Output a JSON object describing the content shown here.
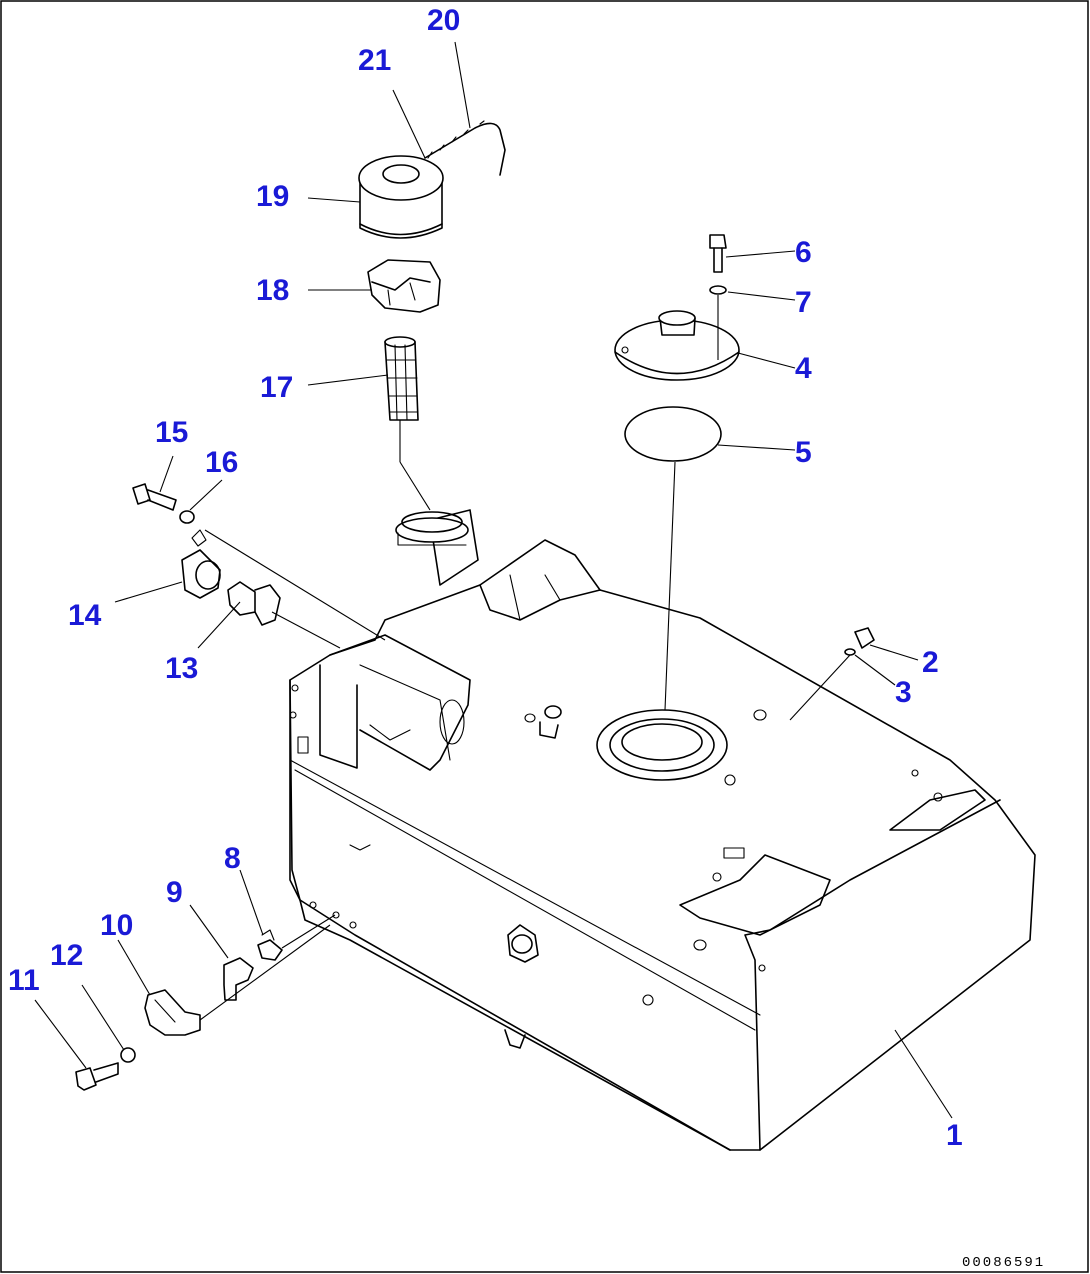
{
  "diagram": {
    "document_number": "00086591",
    "callouts": [
      {
        "id": "c1",
        "label": "1"
      },
      {
        "id": "c2",
        "label": "2"
      },
      {
        "id": "c3",
        "label": "3"
      },
      {
        "id": "c4",
        "label": "4"
      },
      {
        "id": "c5",
        "label": "5"
      },
      {
        "id": "c6",
        "label": "6"
      },
      {
        "id": "c7",
        "label": "7"
      },
      {
        "id": "c8",
        "label": "8"
      },
      {
        "id": "c9",
        "label": "9"
      },
      {
        "id": "c10",
        "label": "10"
      },
      {
        "id": "c11",
        "label": "11"
      },
      {
        "id": "c12",
        "label": "12"
      },
      {
        "id": "c13",
        "label": "13"
      },
      {
        "id": "c14",
        "label": "14"
      },
      {
        "id": "c15",
        "label": "15"
      },
      {
        "id": "c16",
        "label": "16"
      },
      {
        "id": "c17",
        "label": "17"
      },
      {
        "id": "c18",
        "label": "18"
      },
      {
        "id": "c19",
        "label": "19"
      },
      {
        "id": "c20",
        "label": "20"
      },
      {
        "id": "c21",
        "label": "21"
      }
    ]
  }
}
